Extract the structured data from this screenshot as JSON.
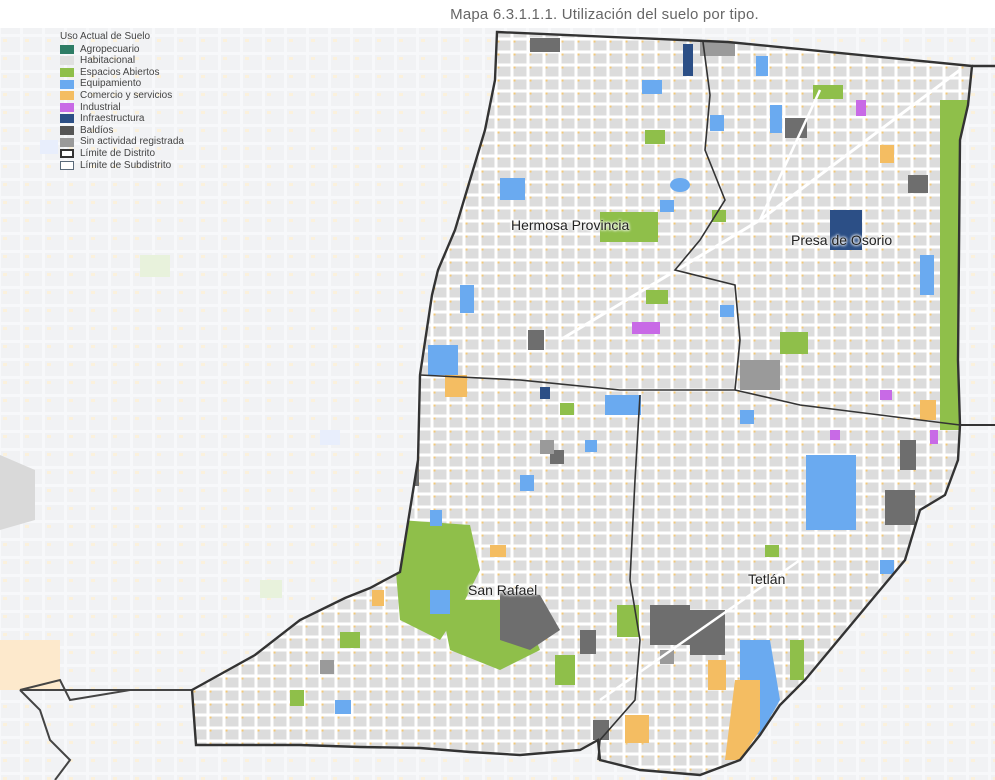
{
  "title": "Mapa 6.3.1.1.1. Utilización del suelo por tipo.",
  "legend": {
    "heading": "Uso Actual de Suelo",
    "items": [
      {
        "label": "Agropecuario",
        "color": "#2e7d66",
        "kind": "fill"
      },
      {
        "label": "Habitacional",
        "color": "#e0e0e0",
        "kind": "fill"
      },
      {
        "label": "Espacios Abiertos",
        "color": "#8fbf4a",
        "kind": "fill"
      },
      {
        "label": "Equipamiento",
        "color": "#6aaaf0",
        "kind": "fill"
      },
      {
        "label": "Comercio y servicios",
        "color": "#f4bd62",
        "kind": "fill"
      },
      {
        "label": "Industrial",
        "color": "#c86ae6",
        "kind": "fill"
      },
      {
        "label": "Infraestructura",
        "color": "#2c4f86",
        "kind": "fill"
      },
      {
        "label": "Baldíos",
        "color": "#555555",
        "kind": "fill"
      },
      {
        "label": "Sin actividad registrada",
        "color": "#9a9a9a",
        "kind": "fill"
      },
      {
        "label": "Límite de Distrito",
        "color": "#333333",
        "kind": "outline-thick"
      },
      {
        "label": "Límite de Subdistrito",
        "color": "#5a6a7a",
        "kind": "outline-thin"
      }
    ]
  },
  "subdistricts": [
    {
      "name": "Hermosa Provincia"
    },
    {
      "name": "Presa de Osorio"
    },
    {
      "name": "San Rafael"
    },
    {
      "name": "Tetlán"
    }
  ]
}
